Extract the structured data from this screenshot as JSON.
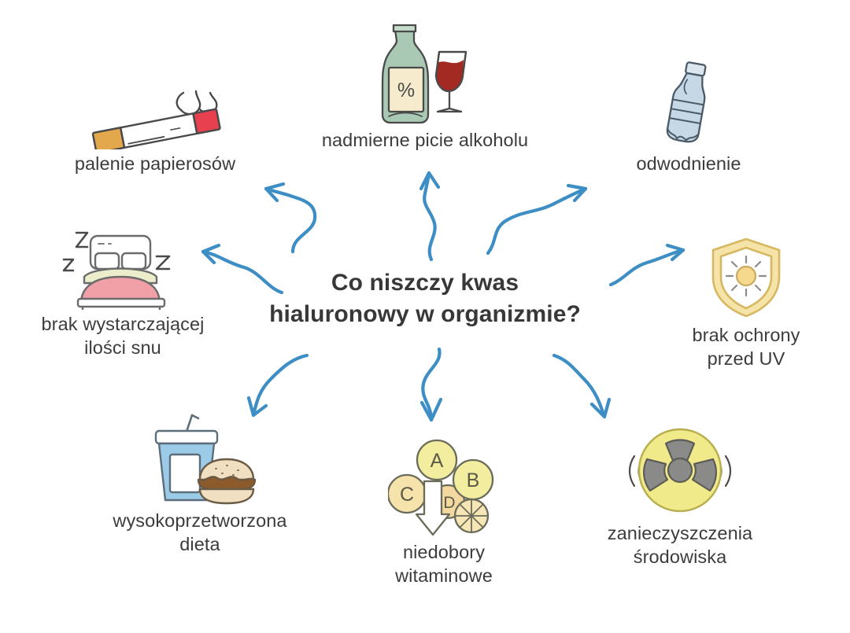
{
  "center": {
    "title": "Co niszczy kwas\nhialuronowy w organizmie?",
    "title_color": "#383838"
  },
  "theme": {
    "background": "#ffffff",
    "arrow_color": "#3d8ec4",
    "label_color": "#3c3c3c",
    "ink": "#4a4a4a",
    "cigarette_filter": "#e2a84b",
    "cigarette_tip": "#e8404f",
    "bottle_glass": "#a9c9b5",
    "bottle_label": "#f6eccd",
    "wine": "#a32a22",
    "water_bottle": "#c6d8e6",
    "bed_blanket": "#f2a0a8",
    "bed_sheet": "#eceecb",
    "shield": "#f6e3a8",
    "cup_blue": "#9ccbe8",
    "bun": "#f0dfc0",
    "patty": "#8c5a2b",
    "vitamin_yellow": "#f3eda0",
    "vitamin_orange": "#f3d9a0",
    "hazard_yellow": "#f0ea8a",
    "hazard_gray": "#8a8a88"
  },
  "nodes": [
    {
      "id": "smoking",
      "icon": "cigarette-icon",
      "label": "palenie papierosów"
    },
    {
      "id": "alcohol",
      "icon": "alcohol-bottle-glass-icon",
      "label": "nadmierne picie alkoholu",
      "bottle_text": "%"
    },
    {
      "id": "dehydration",
      "icon": "water-bottle-icon",
      "label": "odwodnienie"
    },
    {
      "id": "sleep",
      "icon": "bed-sleep-icon",
      "label": "brak wystarczającej\nilości snu",
      "zzz": [
        "z",
        "z",
        "z"
      ]
    },
    {
      "id": "uv",
      "icon": "sun-shield-icon",
      "label": "brak ochrony\nprzed UV"
    },
    {
      "id": "diet",
      "icon": "fast-food-icon",
      "label": "wysokoprzetworzona\ndieta"
    },
    {
      "id": "vitamins",
      "icon": "vitamin-deficiency-icon",
      "label": "niedobory\nwitaminowe",
      "vitamin_letters": [
        "A",
        "B",
        "C",
        "D"
      ]
    },
    {
      "id": "pollution",
      "icon": "radiation-hazard-icon",
      "label": "zanieczyszczenia\nśrodowiska"
    }
  ],
  "arrows": {
    "count": 8,
    "style": "hand-drawn wavy",
    "color": "#3d8ec4",
    "directions": [
      "up-left",
      "up",
      "up-right",
      "left",
      "right",
      "down-left",
      "down",
      "down-right"
    ]
  }
}
